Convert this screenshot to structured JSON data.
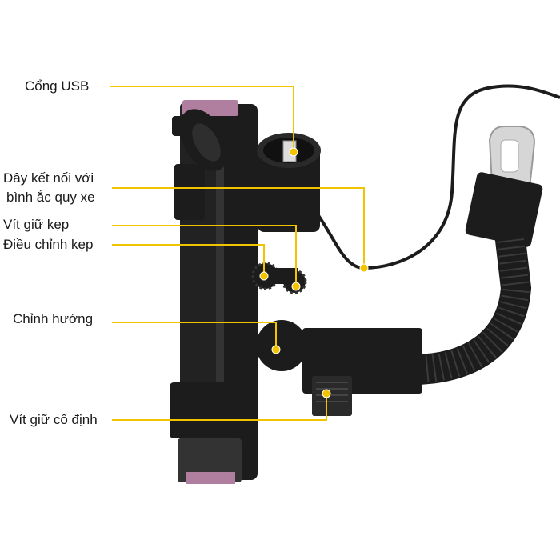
{
  "labels": {
    "usb_port": "Cổng USB",
    "battery_cable_line1": "Dây kết nối với",
    "battery_cable_line2": "bình ắc quy xe",
    "clamp_screw": "Vít giữ kẹp",
    "clamp_adjust": "Điều chỉnh kẹp",
    "direction_adjust": "Chỉnh hướng",
    "fixing_screw": "Vít giữ cố định"
  },
  "colors": {
    "leader_line": "#f2c400",
    "product": "#1c1c1c",
    "product_highlight": "#3a3a3a",
    "accent_pink": "#b07fa0",
    "metal": "#c9c9c9"
  }
}
